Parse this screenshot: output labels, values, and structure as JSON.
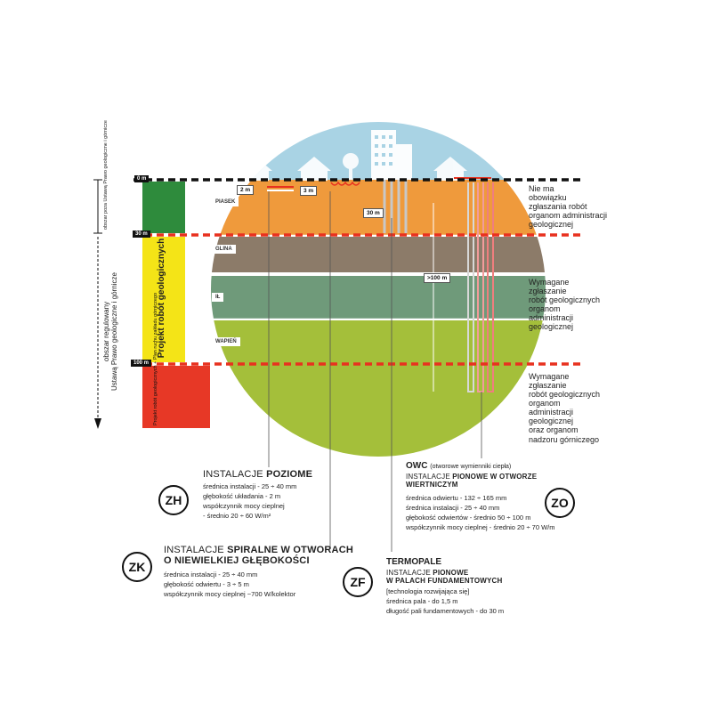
{
  "layers": {
    "sand": "PIASEK",
    "clay": "GLINA",
    "silt": "IŁ",
    "limestone": "WAPIEŃ"
  },
  "markers": {
    "m0": "0 m",
    "m30": "30 m",
    "m100": "100 m"
  },
  "depths": {
    "zh": "2 m",
    "zk": "3 m",
    "zf": "30 m",
    "zo": ">100 m"
  },
  "left_axis": {
    "region_short": "obszar poza\nUstawą\nPrawo\ngeologiczne\ni górnicze",
    "region_long_1": "obszar regulowany",
    "region_long_2": "Ustawą Prawo geologiczne i górnicze",
    "project": "Projekt robót geologicznych",
    "project_plan": "Projekt robót\ngeologicznych\n+ Plan ruchu\nzakładu\ngórniczego"
  },
  "right_notes": {
    "n1": "Nie ma\nobowiązku\nzgłaszania robót\norganom administracji\ngeologicznej",
    "n2": "Wymagane\nzgłaszanie\nrobót geologicznych\norganom\nadministracji\ngeologicznej",
    "n3": "Wymagane\nzgłaszanie\nrobót geologicznych\norganom\nadministracji\ngeologicznej\noraz organom\nnadzoru górniczego"
  },
  "zh": {
    "badge": "ZH",
    "title_light": "INSTALACJE ",
    "title_bold": "POZIOME",
    "items": "średnica instalacji - 25 ÷ 40 mm\ngłębokość układania - 2 m\nwspółczynnik mocy cieplnej\n- średnio 20 ÷ 60 W/m²"
  },
  "zk": {
    "badge": "ZK",
    "title_light": "INSTALACJE ",
    "title_bold": "SPIRALNE W OTWORACH\nO NIEWIELKIEJ GŁĘBOKOŚCI",
    "items": "średnica instalacji - 25 ÷ 40 mm\ngłębokość odwiertu - 3 ÷ 5 m\nwspółczynnik mocy cieplnej ~700 W/kolektor"
  },
  "zf": {
    "badge": "ZF",
    "head": "TERMOPALE",
    "title_light": "INSTALACJE ",
    "title_bold": "PIONOWE\nW PALACH FUNDAMENTOWYCH",
    "sub": "[technologia rozwijająca się]",
    "items": "średnica pala - do 1,5 m\ndługość pali fundamentowych - do 30 m"
  },
  "zo": {
    "badge": "ZO",
    "head": "OWC",
    "head_sub": "(otworowe wymienniki ciepła)",
    "title_light": "INSTALACJE ",
    "title_bold": "PIONOWE W OTWORZE\nWIERTNICZYM",
    "items": "średnica odwiertu - 132 ÷ 165 mm\nśrednica instalacji - 25 ÷ 40 mm\ngłębokość odwiertów - średnio 50 ÷ 100 m\nwspółczynnik mocy cieplnej - średnio 20 ÷ 70 W/m"
  },
  "colors": {
    "sky": "#a9d3e4",
    "sand": "#ef9a3c",
    "clay": "#8c7b69",
    "silt": "#6f9a7a",
    "limestone": "#a4bf3a",
    "green_bar": "#2e8b3c",
    "yellow_bar": "#f4e417",
    "red_bar": "#e73826",
    "red_dash": "#e8311f"
  }
}
